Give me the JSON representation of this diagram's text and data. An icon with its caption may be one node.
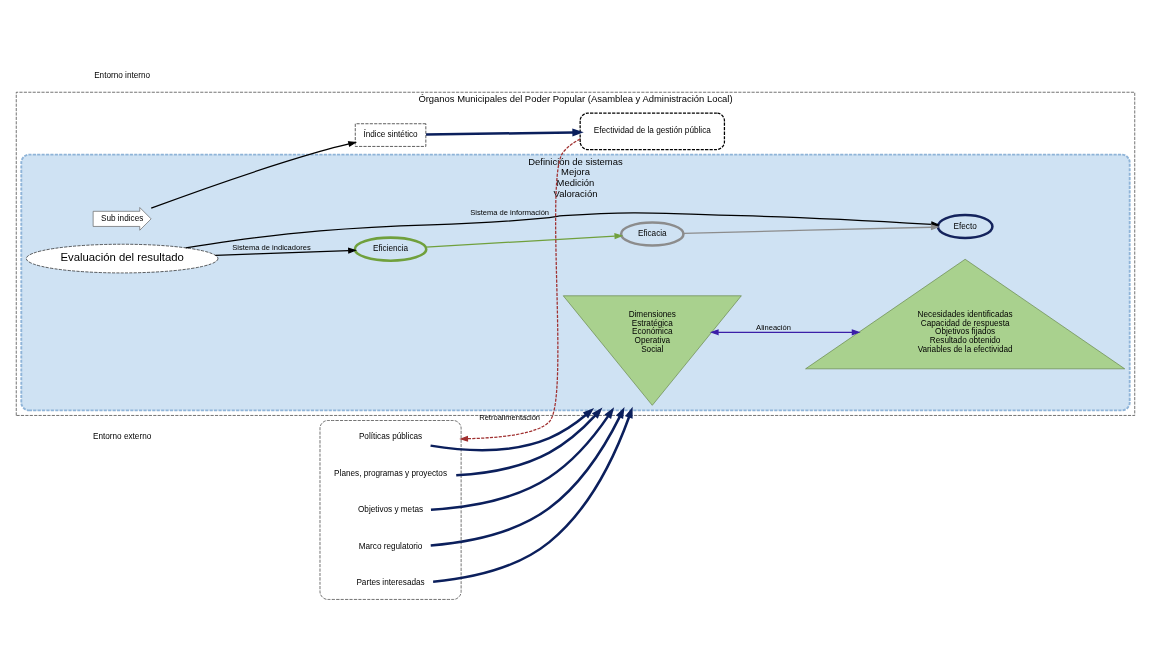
{
  "diagram": {
    "nodes": [
      {
        "text": [
          "Órganos Municipales del Poder Popular (Asamblea y Administración Local)"
        ]
      },
      {
        "text": [],
        "shape": "box"
      },
      {
        "text": [
          "Políticas públicas"
        ],
        "in": 1
      },
      {
        "text": [
          "Planes, programas y proyectos"
        ],
        "in": 1
      },
      {
        "text": [
          "Objetivos y metas"
        ],
        "in": 1
      },
      {
        "text": [
          "Marco regulatorio"
        ],
        "in": 1
      },
      {
        "text": [
          "Partes interesadas"
        ],
        "in": 1
      },
      {
        "text": [
          "Definición de sistemas",
          "Mejora",
          "Medición",
          "Valoración"
        ],
        "in": 0
      },
      {
        "text": [
          "Dimensiones",
          "Estratégica",
          "Económica",
          "Operativa",
          "Social"
        ],
        "in": 7
      },
      {
        "text": [
          "Evaluación del resultado"
        ],
        "in": 7
      },
      {
        "text": [
          "Necesidades identificadas",
          "Capacidad de respuesta",
          "Objetivos fijados",
          "Resultado obtenido",
          "Variables de la efectividad"
        ],
        "in": 7
      },
      {
        "text": [
          "Eficiencia"
        ],
        "in": 7
      },
      {
        "text": [
          "Eficacia"
        ],
        "in": 7
      },
      {
        "text": [
          "Efecto"
        ],
        "in": 7
      },
      {
        "text": [
          "Sub indices"
        ],
        "in": 7
      },
      {
        "text": [
          "Índice sintético"
        ],
        "in": 0
      },
      {
        "text": [
          "Efectividad de la gestión pública"
        ],
        "in": 0
      }
    ],
    "edges": [
      {
        "from": 2,
        "to": 7,
        "arrow": "to"
      },
      {
        "from": 3,
        "to": 7,
        "arrow": "to"
      },
      {
        "from": 4,
        "to": 7,
        "arrow": "to"
      },
      {
        "from": 5,
        "to": 7,
        "arrow": "to"
      },
      {
        "from": 6,
        "to": 7,
        "arrow": "to"
      },
      {
        "from": 8,
        "to": 10,
        "arrow": "both",
        "label": "Alineación",
        "color": "#3b1fa8"
      },
      {
        "from": 9,
        "to": 11,
        "arrow": "to",
        "label": "Sistema de indicadores",
        "color": "#000000"
      },
      {
        "from": 9,
        "to": 13,
        "arrow": "to",
        "label": "Sistema de información",
        "color": "#000000"
      },
      {
        "from": 11,
        "to": 12,
        "arrow": "to",
        "color": "#70a03c"
      },
      {
        "from": 12,
        "to": 13,
        "arrow": "to",
        "color": "#8c8c8c"
      },
      {
        "from": 14,
        "to": 15,
        "arrow": "to",
        "color": "#000000"
      },
      {
        "from": 15,
        "to": 16,
        "arrow": "to"
      },
      {
        "from": 16,
        "to": 1,
        "arrow": "to",
        "style": "dashed",
        "color": "#a03030",
        "label": "Retroalimentación"
      }
    ],
    "labels": [
      "Entorno externo",
      "Entorno interno"
    ]
  }
}
